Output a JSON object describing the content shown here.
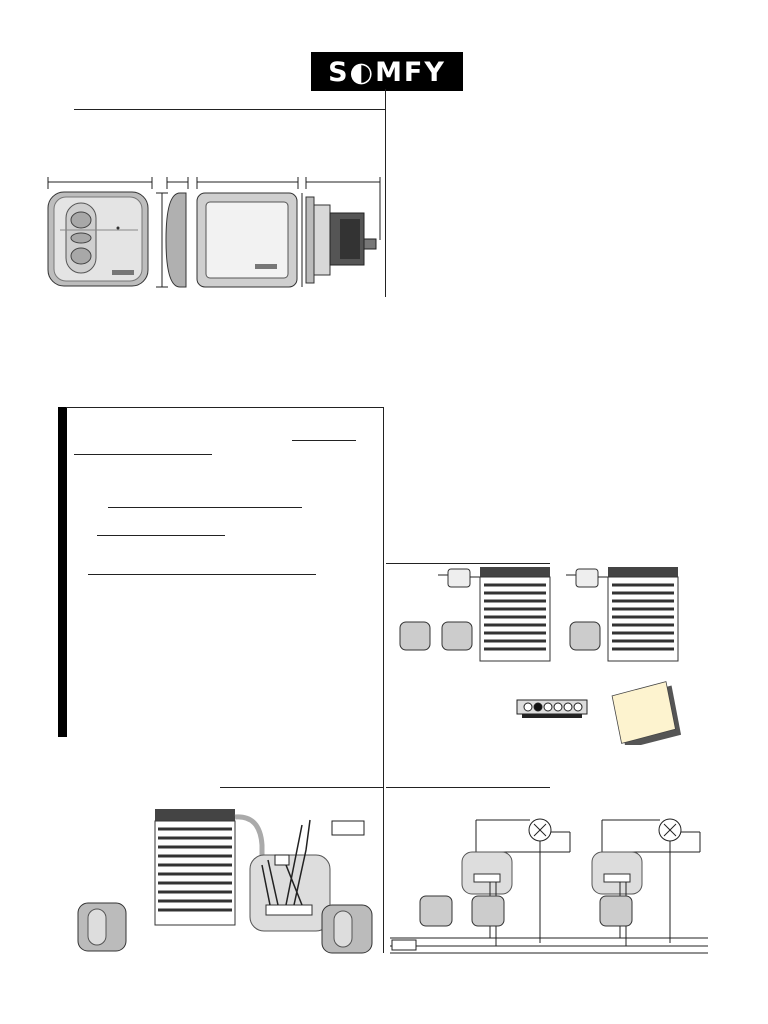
{
  "header": {
    "logo_text": "S◐MFY"
  },
  "figure_dimensions": {
    "icons": [
      "switch-front",
      "switch-side",
      "switch-back",
      "switch-depth"
    ]
  },
  "wiring": {
    "legend_boxes": [
      "",
      ""
    ]
  },
  "colors": {
    "note_fill": "#fdf3cf",
    "line": "#222222",
    "accent": "#000000"
  }
}
